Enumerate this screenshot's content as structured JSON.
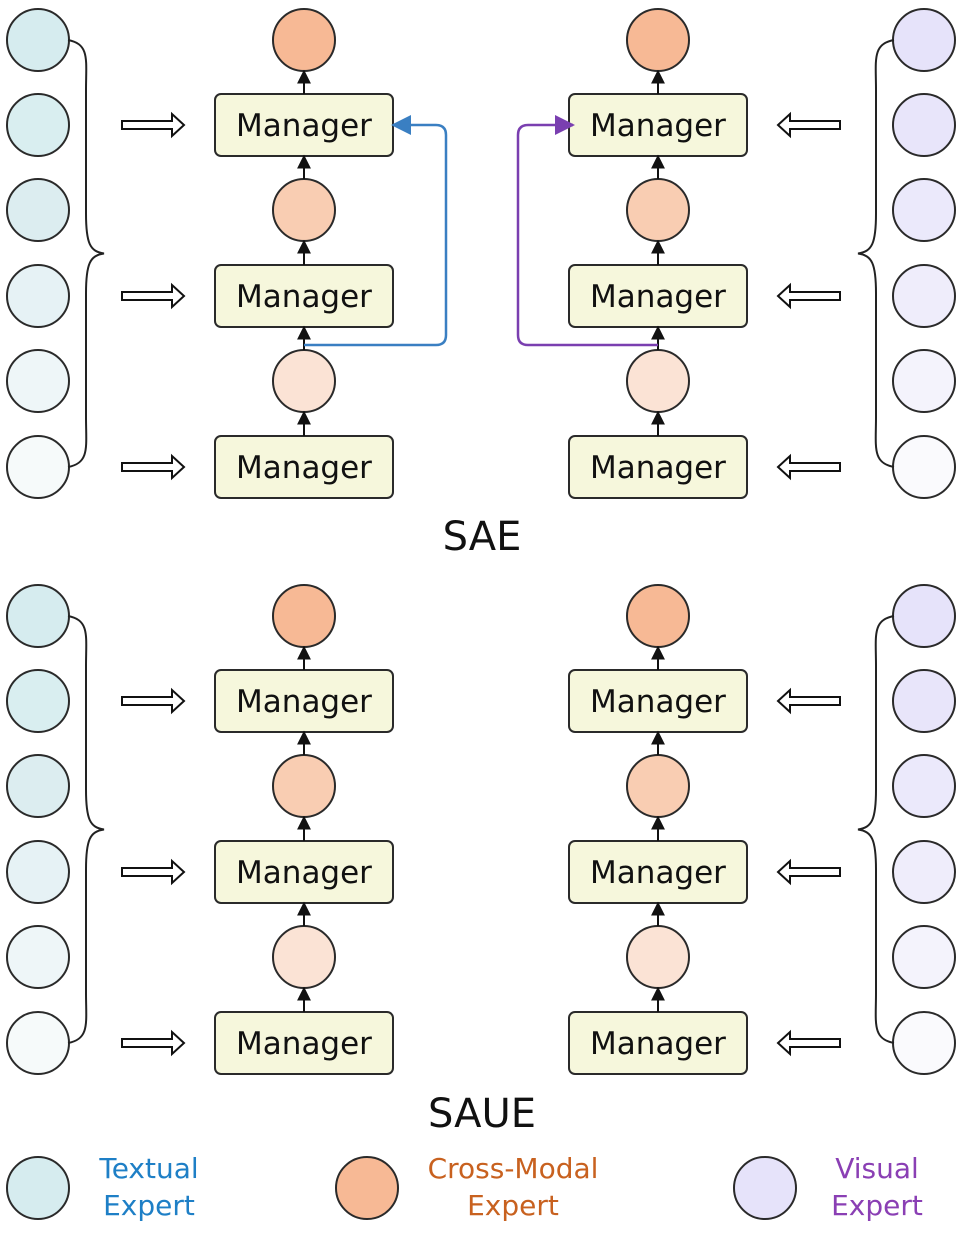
{
  "manager_label": "Manager",
  "sections": [
    {
      "title": "SAE"
    },
    {
      "title": "SAUE"
    }
  ],
  "legend": [
    {
      "line1": "Textual",
      "line2": "Expert",
      "color": "#1e7fc6",
      "swatch": "#d6ecef"
    },
    {
      "line1": "Cross-Modal",
      "line2": "Expert",
      "color": "#c8611f",
      "swatch": "#f7b995"
    },
    {
      "line1": "Visual",
      "line2": "Expert",
      "color": "#8a3fb4",
      "swatch": "#e6e3fa"
    }
  ],
  "colors": {
    "textual_fills": [
      "#d6ecef",
      "#d9eef0",
      "#dcedf0",
      "#e6f2f5",
      "#eef6f8",
      "#f6fafa"
    ],
    "visual_fills": [
      "#e6e3fa",
      "#e8e5fa",
      "#ebe9fb",
      "#efedfb",
      "#f4f3fc",
      "#fafafd"
    ],
    "cross_fills": [
      "#f7b995",
      "#f9cdb2",
      "#fbe3d5"
    ],
    "manager_fill": "#f6f7dc",
    "stroke": "#2a2a2a",
    "skip_blue": "#3a7fc2",
    "skip_purple": "#7a3fb0"
  }
}
